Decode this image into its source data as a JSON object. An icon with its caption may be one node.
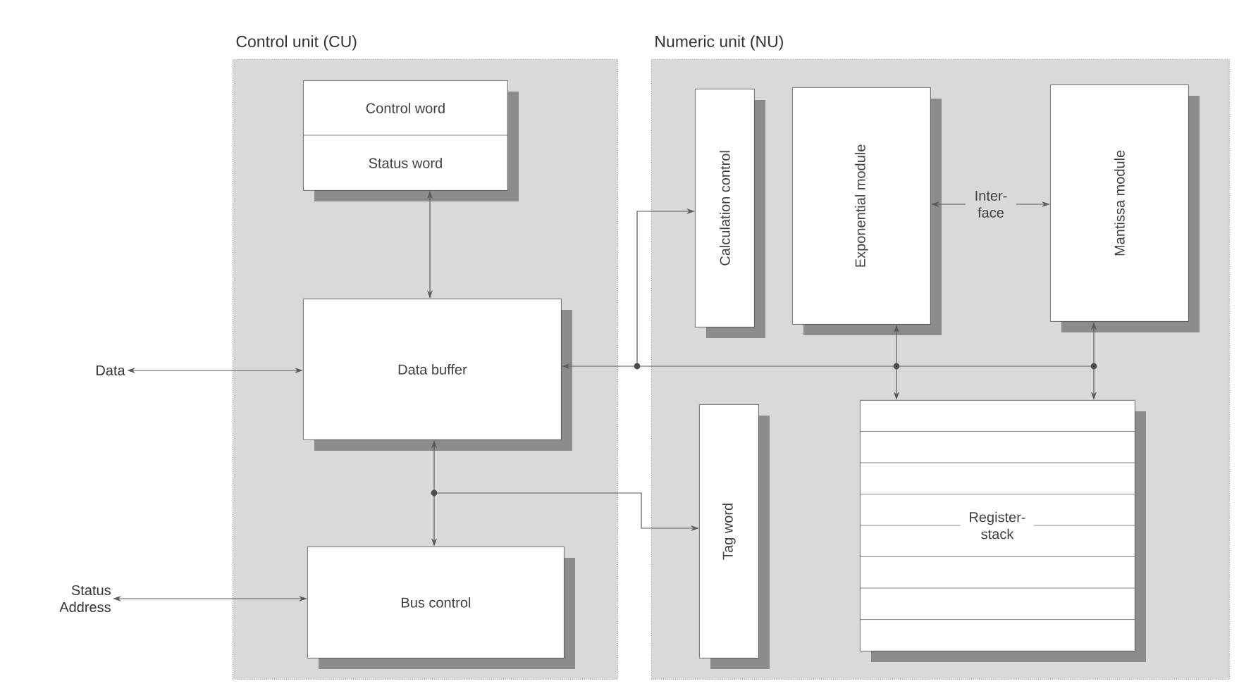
{
  "diagram": {
    "nodes": [
      {
        "text": [
          "Control unit (CU)"
        ]
      },
      {
        "text": [
          "Numeric unit (NU)"
        ]
      },
      {
        "text": [
          "Control word",
          "Status word"
        ],
        "in": 0
      },
      {
        "text": [
          "Data buffer"
        ],
        "in": 0
      },
      {
        "text": [
          "Bus control"
        ],
        "in": 0
      },
      {
        "text": [
          "Calculation control"
        ],
        "in": 1
      },
      {
        "text": [
          "Exponential module"
        ],
        "in": 1
      },
      {
        "text": [
          "Mantissa module"
        ],
        "in": 1
      },
      {
        "text": [
          "Tag word"
        ],
        "in": 1
      },
      {
        "text": [
          "Register- stack"
        ],
        "in": 1
      },
      {
        "text": [
          "Data"
        ]
      },
      {
        "text": [
          "Status Address"
        ]
      }
    ],
    "edges": [
      {
        "from": 2,
        "to": 3,
        "arrow": "both"
      },
      {
        "from": 10,
        "to": 3,
        "arrow": "both"
      },
      {
        "from": 3,
        "to": 4,
        "arrow": "both"
      },
      {
        "from": 3,
        "to": 8,
        "arrow": "both"
      },
      {
        "from": 11,
        "to": 4,
        "arrow": "both"
      },
      {
        "from": 3,
        "to": 5,
        "arrow": "both"
      },
      {
        "from": 3,
        "to": 6,
        "arrow": "both"
      },
      {
        "from": 3,
        "to": 9,
        "arrow": "both"
      },
      {
        "from": 3,
        "to": 7,
        "arrow": "both"
      },
      {
        "from": 3,
        "to": 9,
        "arrow": "both"
      },
      {
        "from": 6,
        "to": 7,
        "arrow": "both",
        "label": "Inter- face"
      }
    ]
  }
}
